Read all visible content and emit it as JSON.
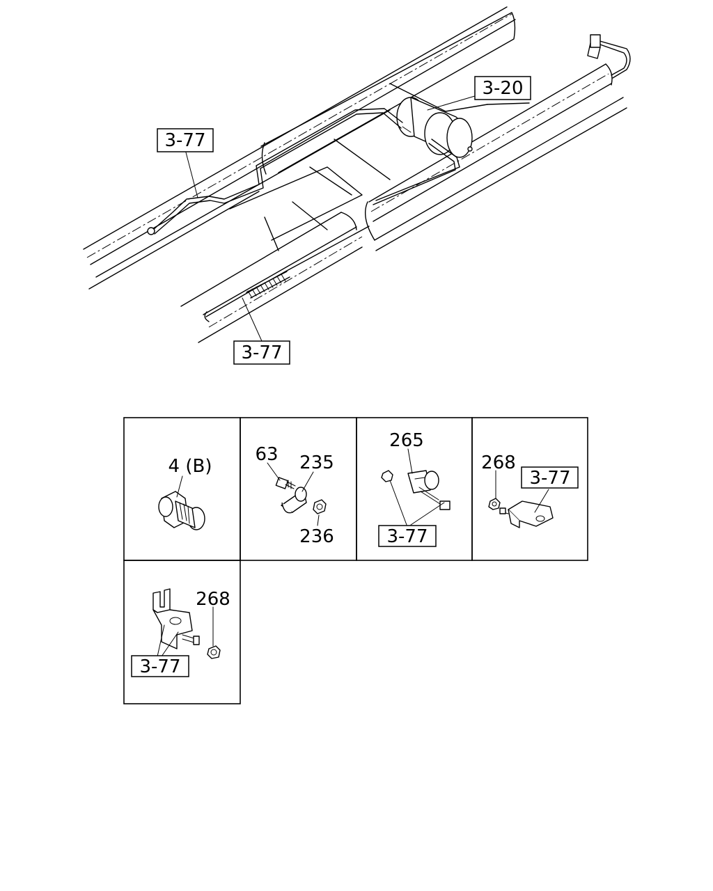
{
  "main_view": {
    "callouts": {
      "air_tank_ref": "3-20",
      "pipe_ref_upper": "3-77",
      "pipe_ref_lower": "3-77"
    }
  },
  "detail_grid": {
    "cells": [
      {
        "labels": [
          "4 (B)"
        ]
      },
      {
        "labels": [
          "63",
          "235",
          "236"
        ]
      },
      {
        "labels": [
          "265",
          "3-77"
        ]
      },
      {
        "labels": [
          "268",
          "3-77"
        ]
      },
      {
        "labels": [
          "268",
          "3-77"
        ]
      }
    ]
  }
}
